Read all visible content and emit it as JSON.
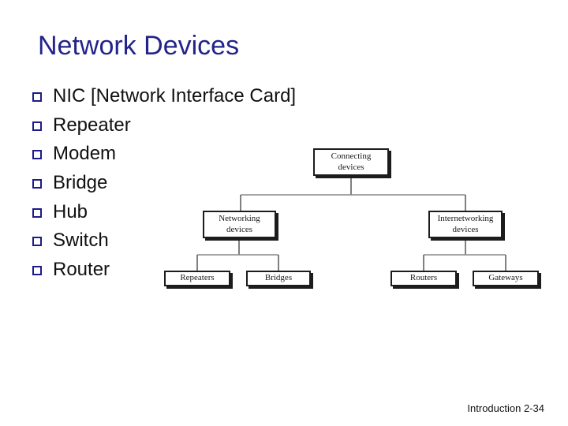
{
  "slide": {
    "title": "Network Devices",
    "bullets": [
      "NIC [Network Interface Card]",
      "Repeater",
      "Modem",
      "Bridge",
      "Hub",
      "Switch",
      "Router"
    ],
    "footer": "Introduction 2-34"
  },
  "diagram": {
    "type": "tree",
    "root": {
      "label": "Connecting\ndevices",
      "children": [
        {
          "label": "Networking\ndevices",
          "children": [
            {
              "label": "Repeaters"
            },
            {
              "label": "Bridges"
            }
          ]
        },
        {
          "label": "Internetworking\ndevices",
          "children": [
            {
              "label": "Routers"
            },
            {
              "label": "Gateways"
            }
          ]
        }
      ]
    }
  },
  "colors": {
    "title": "#23238b",
    "bullet_square": "#1b1b8a",
    "body_text": "#111111",
    "box_border": "#1c1c1c",
    "connector_line": "#6e6e6e",
    "background": "#ffffff"
  }
}
